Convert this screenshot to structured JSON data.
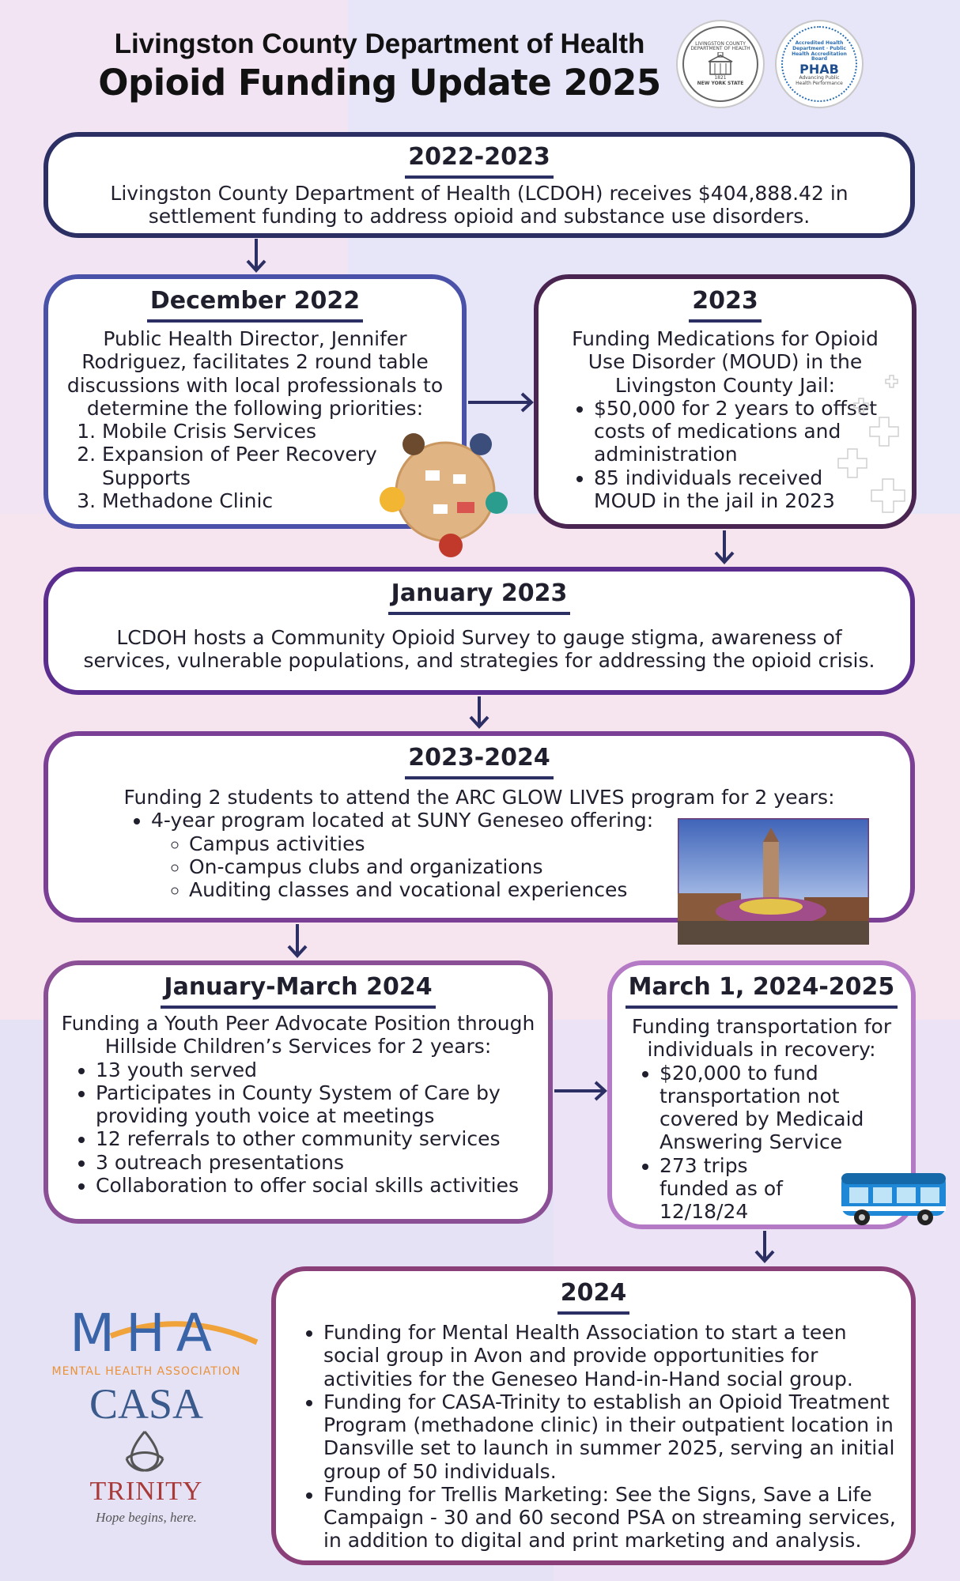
{
  "header": {
    "subtitle": "Livingston County Department of Health",
    "title": "Opioid Funding Update 2025"
  },
  "seals": {
    "county_seal_text": "LIVINGSTON COUNTY DEPARTMENT OF HEALTH",
    "county_seal_year": "1821",
    "county_seal_state": "NEW YORK STATE",
    "phab_name": "PHAB",
    "phab_tagline": "Advancing Public Health Performance",
    "phab_ring": "Accredited Health Department · Public Health Accreditation Board"
  },
  "colors": {
    "navy": "#2c2f63",
    "indigo": "#4a51a8",
    "plum": "#4a2551",
    "purple": "#5b2d8e",
    "violet": "#7b3f96",
    "orchid": "#a66ab8",
    "magenta": "#8b3f78"
  },
  "boxes": {
    "b1": {
      "title": "2022-2023",
      "text": "Livingston County Department of Health (LCDOH) receives $404,888.42 in settlement funding to address opioid and substance use disorders."
    },
    "b2": {
      "title": "December 2022",
      "text": "Public Health Director, Jennifer Rodriguez, facilitates 2 round table discussions with local professionals to determine the following priorities:",
      "items": [
        "Mobile Crisis Services",
        "Expansion of Peer Recovery Supports",
        "Methadone Clinic"
      ]
    },
    "b3": {
      "title": "2023",
      "text": "Funding Medications for Opioid Use Disorder (MOUD) in the Livingston County Jail:",
      "items": [
        "$50,000 for 2 years to offset costs of medications and administration",
        "85 individuals received MOUD in the jail in 2023"
      ]
    },
    "b4": {
      "title": "January 2023",
      "text": "LCDOH hosts a Community Opioid Survey to gauge stigma, awareness of services, vulnerable populations, and strategies for addressing the opioid crisis."
    },
    "b5": {
      "title": "2023-2024",
      "text": "Funding 2 students to attend the ARC GLOW LIVES program for 2 years:",
      "item": "4-year program located at SUNY Geneseo offering:",
      "subitems": [
        "Campus activities",
        "On-campus clubs and organizations",
        "Auditing classes and vocational experiences"
      ]
    },
    "b6": {
      "title": "January-March 2024",
      "text": "Funding a Youth Peer Advocate Position through Hillside Children’s Services for 2 years:",
      "items": [
        "13 youth served",
        "Participates in County System of Care by providing youth voice at meetings",
        "12 referrals to other community services",
        "3 outreach presentations",
        "Collaboration to offer social skills activities"
      ]
    },
    "b7": {
      "title": "March 1, 2024-2025",
      "text": "Funding transportation for individuals in recovery:",
      "items": [
        "$20,000 to fund transportation not covered by Medicaid Answering Service",
        "273 trips funded as of 12/18/24"
      ]
    },
    "b8": {
      "title": "2024",
      "items": [
        "Funding for Mental Health Association to start a teen social group in Avon and provide opportunities for activities for the Geneseo Hand-in-Hand social group.",
        "Funding for CASA-Trinity to establish an Opioid Treatment Program (methadone clinic) in their outpatient location in Dansville set to launch in summer 2025, serving an initial group of 50 individuals.",
        "Funding for Trellis Marketing: See the Signs, Save a Life Campaign - 30 and 60 second PSA on streaming services, in addition to digital and print marketing and analysis."
      ]
    }
  },
  "logos": {
    "mha_mark": "MHA",
    "mha_name": "MENTAL HEALTH ASSOCIATION",
    "casa": "CASA",
    "trinity": "TRINITY",
    "trinity_tagline": "Hope begins, here."
  }
}
